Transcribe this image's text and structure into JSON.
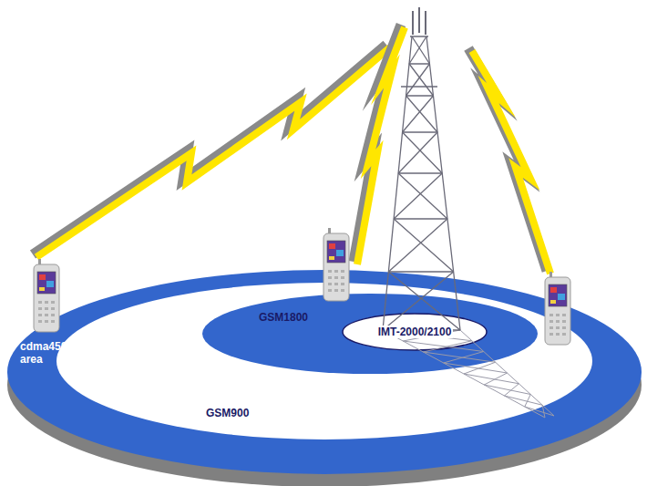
{
  "diagram": {
    "nodes": [
      {
        "text": [
          "cdma450 coverage area"
        ]
      },
      {
        "text": [
          "GSM900"
        ],
        "in": 0
      },
      {
        "text": [
          "GSM1800"
        ],
        "in": 1
      },
      {
        "text": [
          "IMT-2000/2100"
        ],
        "in": 2
      }
    ]
  }
}
